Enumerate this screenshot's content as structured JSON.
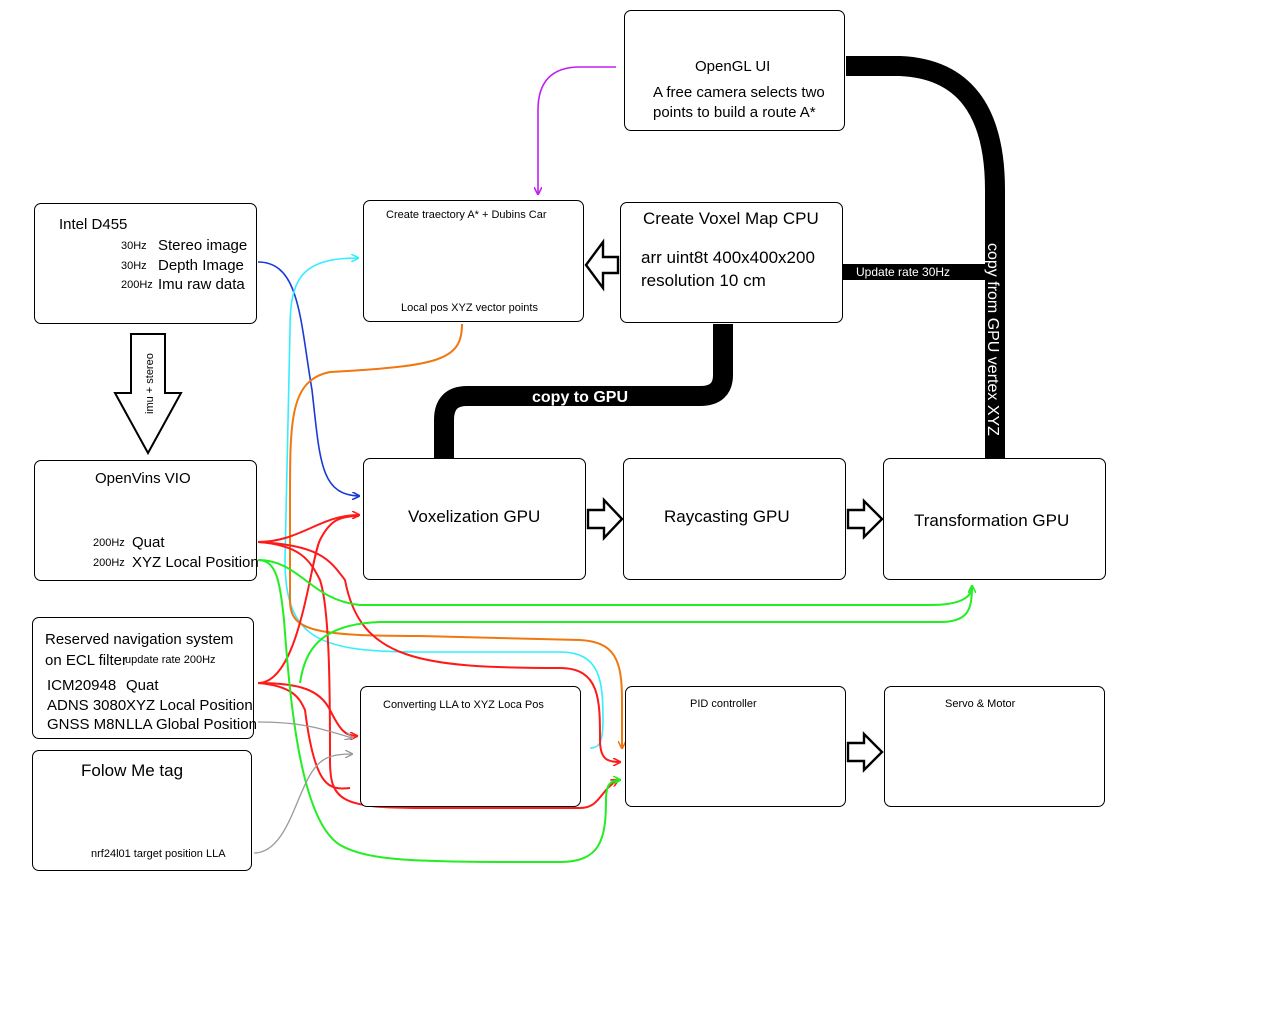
{
  "boxes": {
    "opengl": {
      "title": "OpenGL UI",
      "line1": "A free camera selects two",
      "line2": "points to build a route A*"
    },
    "trajectory": {
      "title": "Create traectory A* + Dubins Car",
      "footer": "Local pos XYZ vector points"
    },
    "voxelmap": {
      "title": "Create Voxel Map CPU",
      "line1": "arr uint8t 400x400x200",
      "line2": "resolution 10 cm"
    },
    "intel": {
      "title": "Intel D455",
      "rows": [
        {
          "rate": "30Hz",
          "label": "Stereo image"
        },
        {
          "rate": "30Hz",
          "label": "Depth Image"
        },
        {
          "rate": "200Hz",
          "label": "Imu raw data"
        }
      ]
    },
    "openvins": {
      "title": "OpenVins VIO",
      "rows": [
        {
          "rate": "200Hz",
          "label": "Quat"
        },
        {
          "rate": "200Hz",
          "label": "XYZ Local Position"
        }
      ]
    },
    "reserved": {
      "title_line1": "Reserved navigation system",
      "title_line2": "on ECL filter",
      "rate_note": "update rate 200Hz",
      "rows": [
        {
          "sensor": "ICM20948",
          "label": "Quat"
        },
        {
          "sensor": "ADNS 3080",
          "label": "XYZ Local Position"
        },
        {
          "sensor": "GNSS M8N",
          "label": "LLA Global Position"
        }
      ]
    },
    "followme": {
      "title": "Folow Me tag",
      "footer": "nrf24l01 target position LLA"
    },
    "voxelization": {
      "title": "Voxelization GPU"
    },
    "raycasting": {
      "title": "Raycasting GPU"
    },
    "transformation": {
      "title": "Transformation GPU"
    },
    "converting": {
      "title": "Converting LLA to XYZ Loca Pos"
    },
    "pid": {
      "title": "PID controller"
    },
    "servo": {
      "title": "Servo & Motor"
    }
  },
  "labels": {
    "imu_stereo": "imu + stereo",
    "copy_to_gpu": "copy to GPU",
    "update_rate": "Update rate 30Hz",
    "copy_from_gpu": "copy from GPU vertex XYZ"
  },
  "colors": {
    "red": "#ff1a1a",
    "green": "#22ee22",
    "cyan": "#33eeff",
    "blue": "#1a3ad8",
    "orange": "#f07810",
    "magenta": "#c020f0",
    "gray": "#9a9a9a"
  }
}
